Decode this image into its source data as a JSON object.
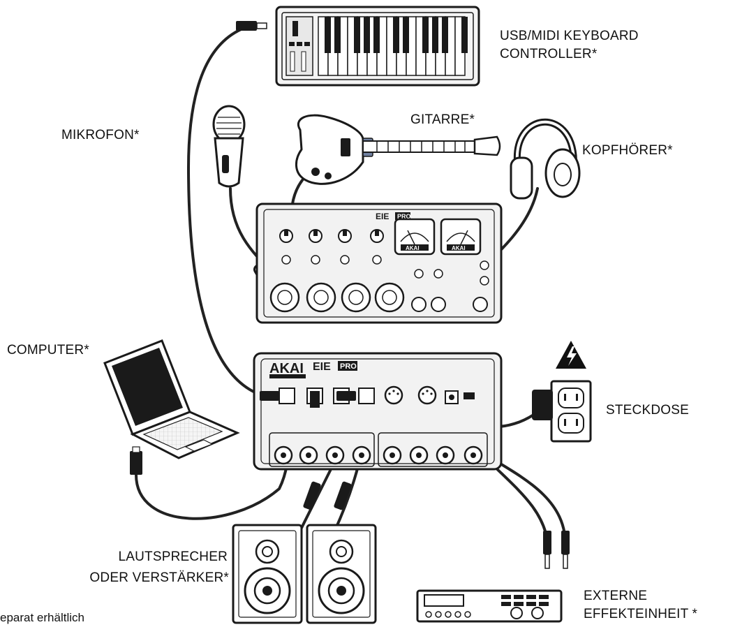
{
  "labels": {
    "keyboard_line1": "USB/MIDI KEYBOARD",
    "keyboard_line2": "CONTROLLER*",
    "gitarre": "GITARRE*",
    "mikrofon": "MIKROFON*",
    "kopfhoerer": "KOPFHÖRER*",
    "computer": "COMPUTER*",
    "steckdose": "STECKDOSE",
    "lautsprecher_line1": "LAUTSPRECHER",
    "lautsprecher_line2": "ODER VERSTÄRKER*",
    "effekt_line1": "EXTERNE",
    "effekt_line2": "EFFEKTEINHEIT *",
    "footnote": "eparat erhältlich"
  },
  "device_text": {
    "brand": "AKAI",
    "model": "EIE",
    "model_badge": "PRO",
    "meter_brand": "AKAI"
  },
  "icons": {
    "warning": "high-voltage-warning-icon"
  },
  "colors": {
    "stroke": "#1a1a1a",
    "cable": "#222222",
    "fill_light": "#f4f4f4",
    "fill_mid": "#d9d9d9",
    "warning_fill": "#111111"
  }
}
